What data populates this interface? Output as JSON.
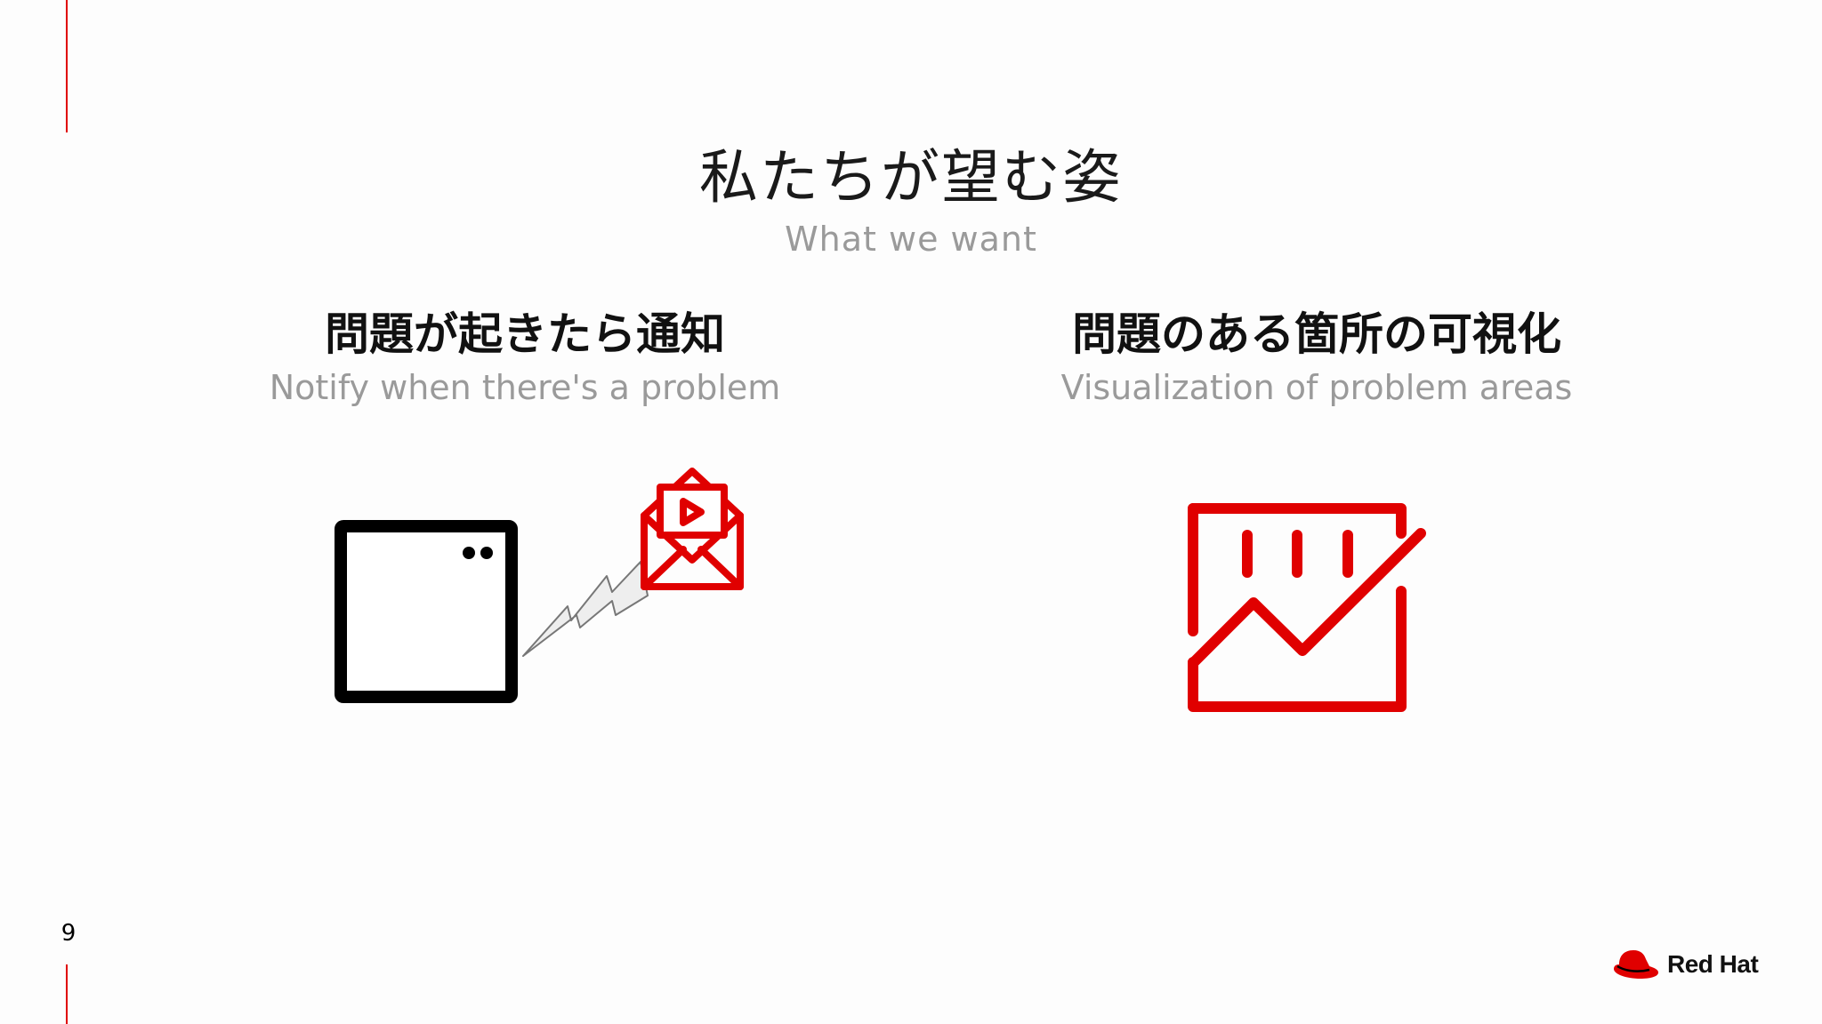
{
  "slide": {
    "page_number": "9",
    "title_jp": "私たちが望む姿",
    "title_en": "What we want"
  },
  "columns": [
    {
      "heading": "問題が起きたら通知",
      "subheading": "Notify when there's a problem",
      "icon": "server-notification-email-icon"
    },
    {
      "heading": "問題のある箇所の可視化",
      "subheading": "Visualization of problem areas",
      "icon": "chart-visualization-icon"
    }
  ],
  "brand": {
    "name": "Red Hat",
    "accent_color": "#e00000"
  }
}
